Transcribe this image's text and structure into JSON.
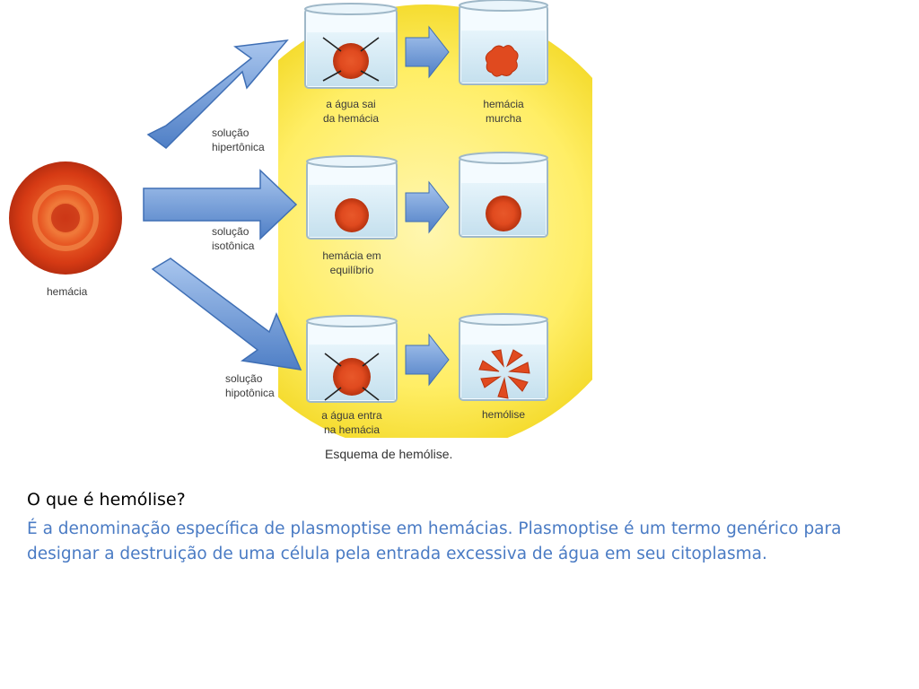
{
  "diagram": {
    "caption": "Esquema de hemólise.",
    "cell_label": "hemácia",
    "solutions": [
      {
        "label": "solução\nhipertônica",
        "before_label": "a água sai\nda hemácia",
        "after_label": "hemácia\nmurcha"
      },
      {
        "label": "solução\nisotônica",
        "before_label": "hemácia em\nequilíbrio",
        "after_label": ""
      },
      {
        "label": "solução\nhipotônica",
        "before_label": "a água entra\nna hemácia",
        "after_label": "hemólise"
      }
    ],
    "colors": {
      "sun": "#fff07a",
      "arrow": "#6f9bd8",
      "cell": "#e04a1f",
      "water": "#d8edf6"
    }
  },
  "text": {
    "question": "O que é hemólise?",
    "answer": "É a denominação específica  de plasmoptise em hemácias. Plasmoptise é um termo genérico para designar a destruição de uma célula pela entrada excessiva de água em seu citoplasma."
  }
}
